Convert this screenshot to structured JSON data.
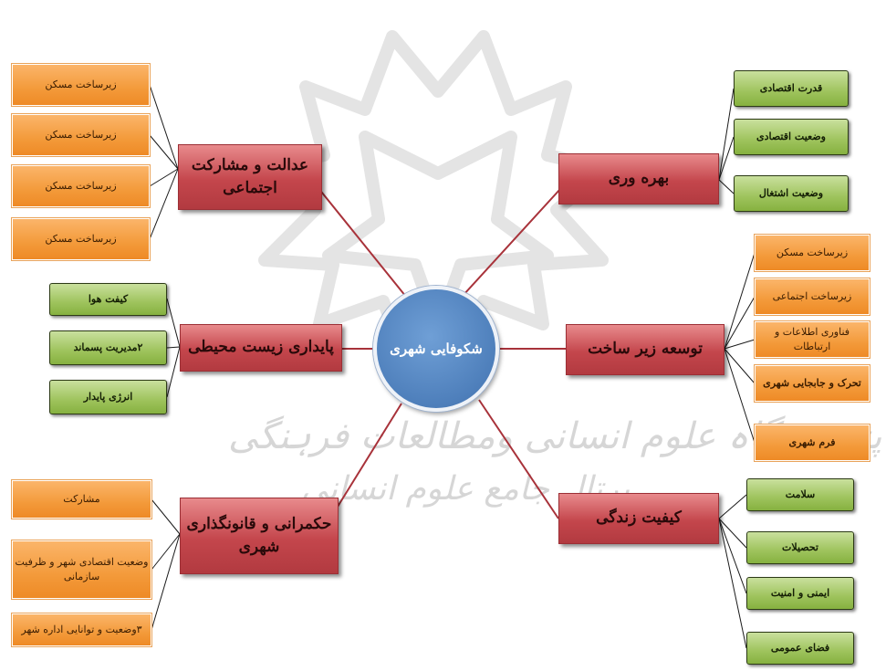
{
  "center": "شکوفایی شهری",
  "hubs": {
    "justice": "عدالت و مشارکت اجتماعی",
    "productivity": "بهره وری",
    "environment": "پایداری زیست محیطی",
    "infrastructure": "توسعه زیر ساخت",
    "governance": "حکمرانی و قانونگذاری شهری",
    "quality": "کیفیت زندگی"
  },
  "justice_items": [
    "زیرساخت مسکن",
    "زیرساخت مسکن",
    "زیرساخت مسکن",
    "زیرساخت مسکن"
  ],
  "productivity_items": [
    "قدرت اقتصادی",
    "وضعیت اقتصادی",
    "وضعیت اشتغال"
  ],
  "environment_items": [
    "کیفت هوا",
    "۲مدیریت پسماند",
    "انرژی پایدار"
  ],
  "infrastructure_items": [
    "زیرساخت مسکن",
    "زیرساخت اجتماعی",
    "فناوری اطلاعات و ارتباطات",
    "تحرک و جابجایی شهری",
    "فرم شهری"
  ],
  "governance_items": [
    "مشارکت",
    "وضعیت اقتصادی شهر و ظرفیت سازمانی",
    "۳وضعیت و توانایی اداره شهر"
  ],
  "quality_items": [
    "سلامت",
    "تحصیلات",
    "ایمنی و امنیت",
    "فضای عمومی"
  ],
  "watermark": {
    "line1": "پژوہشگاہ علوم انسانی ومطالعات فرہنگی",
    "line2": "پرتال جامع علوم انسانی"
  },
  "colors": {
    "hub": "#c4464c",
    "center": "#4e7fbb",
    "orange": "#f39a3a",
    "green": "#9ec35c",
    "spoke": "#a8323a",
    "bracket": "#1a1a1a"
  }
}
